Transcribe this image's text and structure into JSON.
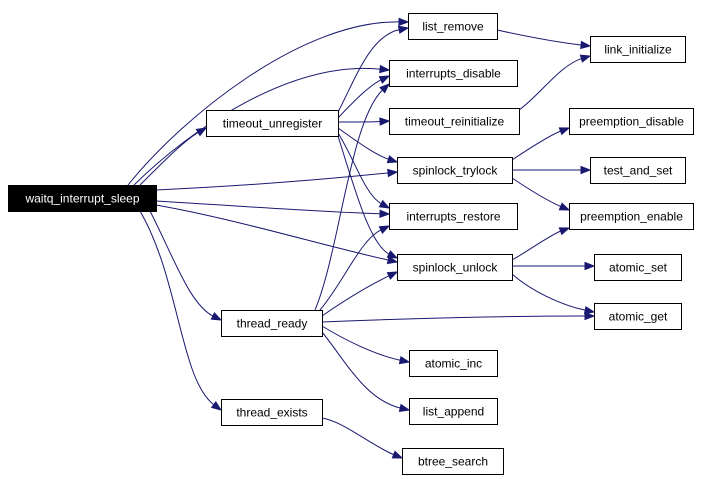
{
  "diagram": {
    "nodes": [
      {
        "id": "waitq_interrupt_sleep",
        "label": "waitq_interrupt_sleep",
        "root": true
      },
      {
        "id": "timeout_unregister",
        "label": "timeout_unregister"
      },
      {
        "id": "thread_ready",
        "label": "thread_ready"
      },
      {
        "id": "thread_exists",
        "label": "thread_exists"
      },
      {
        "id": "list_remove",
        "label": "list_remove"
      },
      {
        "id": "interrupts_disable",
        "label": "interrupts_disable"
      },
      {
        "id": "timeout_reinitialize",
        "label": "timeout_reinitialize"
      },
      {
        "id": "spinlock_trylock",
        "label": "spinlock_trylock"
      },
      {
        "id": "interrupts_restore",
        "label": "interrupts_restore"
      },
      {
        "id": "spinlock_unlock",
        "label": "spinlock_unlock"
      },
      {
        "id": "atomic_inc",
        "label": "atomic_inc"
      },
      {
        "id": "list_append",
        "label": "list_append"
      },
      {
        "id": "btree_search",
        "label": "btree_search"
      },
      {
        "id": "link_initialize",
        "label": "link_initialize"
      },
      {
        "id": "preemption_disable",
        "label": "preemption_disable"
      },
      {
        "id": "test_and_set",
        "label": "test_and_set"
      },
      {
        "id": "preemption_enable",
        "label": "preemption_enable"
      },
      {
        "id": "atomic_set",
        "label": "atomic_set"
      },
      {
        "id": "atomic_get",
        "label": "atomic_get"
      }
    ],
    "edges": [
      {
        "from": "waitq_interrupt_sleep",
        "to": "list_remove"
      },
      {
        "from": "waitq_interrupt_sleep",
        "to": "interrupts_disable"
      },
      {
        "from": "waitq_interrupt_sleep",
        "to": "timeout_unregister"
      },
      {
        "from": "waitq_interrupt_sleep",
        "to": "spinlock_trylock"
      },
      {
        "from": "waitq_interrupt_sleep",
        "to": "interrupts_restore"
      },
      {
        "from": "waitq_interrupt_sleep",
        "to": "spinlock_unlock"
      },
      {
        "from": "waitq_interrupt_sleep",
        "to": "thread_ready"
      },
      {
        "from": "waitq_interrupt_sleep",
        "to": "thread_exists"
      },
      {
        "from": "timeout_unregister",
        "to": "list_remove"
      },
      {
        "from": "timeout_unregister",
        "to": "interrupts_disable"
      },
      {
        "from": "timeout_unregister",
        "to": "timeout_reinitialize"
      },
      {
        "from": "timeout_unregister",
        "to": "spinlock_trylock"
      },
      {
        "from": "timeout_unregister",
        "to": "interrupts_restore"
      },
      {
        "from": "timeout_unregister",
        "to": "spinlock_unlock"
      },
      {
        "from": "thread_ready",
        "to": "interrupts_disable"
      },
      {
        "from": "thread_ready",
        "to": "interrupts_restore"
      },
      {
        "from": "thread_ready",
        "to": "spinlock_unlock"
      },
      {
        "from": "thread_ready",
        "to": "atomic_get"
      },
      {
        "from": "thread_ready",
        "to": "atomic_inc"
      },
      {
        "from": "thread_ready",
        "to": "list_append"
      },
      {
        "from": "thread_exists",
        "to": "btree_search"
      },
      {
        "from": "list_remove",
        "to": "link_initialize"
      },
      {
        "from": "timeout_reinitialize",
        "to": "link_initialize"
      },
      {
        "from": "spinlock_trylock",
        "to": "preemption_disable"
      },
      {
        "from": "spinlock_trylock",
        "to": "test_and_set"
      },
      {
        "from": "spinlock_trylock",
        "to": "preemption_enable"
      },
      {
        "from": "spinlock_unlock",
        "to": "preemption_enable"
      },
      {
        "from": "spinlock_unlock",
        "to": "atomic_set"
      },
      {
        "from": "spinlock_unlock",
        "to": "atomic_get"
      }
    ],
    "colors": {
      "edge": "#191970",
      "root_fill": "#000000",
      "root_text": "#ffffff",
      "node_fill": "#ffffff",
      "node_border": "#000000"
    }
  }
}
